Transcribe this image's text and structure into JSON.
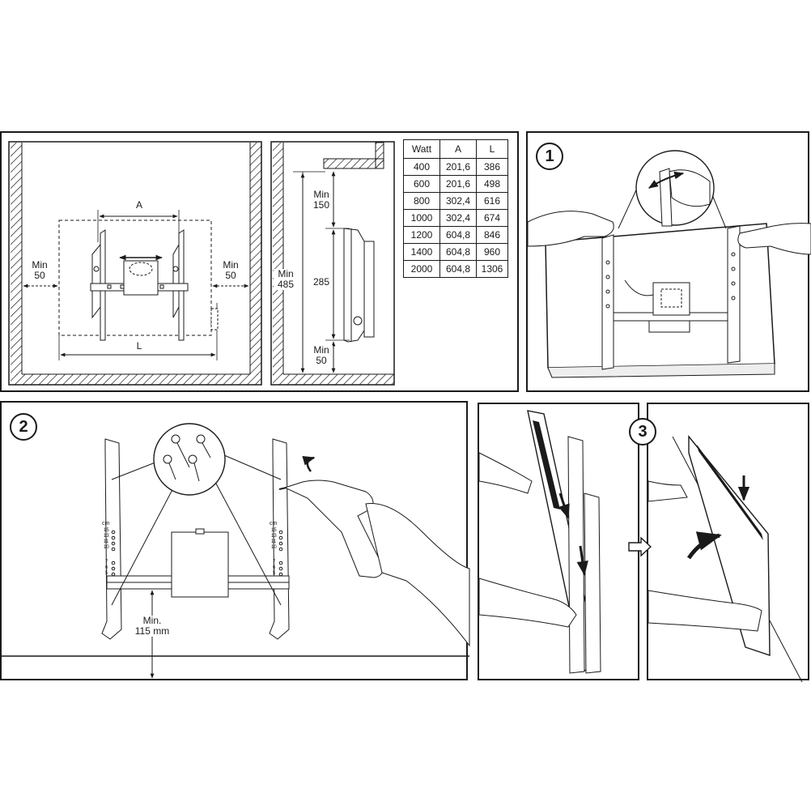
{
  "diagram_a": {
    "label_a": "A",
    "label_l": "L",
    "min_left": [
      "Min",
      "50"
    ],
    "min_right": [
      "Min",
      "50"
    ]
  },
  "diagram_b": {
    "min_top": [
      "Min",
      "150"
    ],
    "min_total": [
      "Min",
      "485"
    ],
    "height": "285",
    "min_bottom": [
      "Min",
      "50"
    ]
  },
  "table": {
    "headers": [
      "Watt",
      "A",
      "L"
    ],
    "rows": [
      [
        "400",
        "201,6",
        "386"
      ],
      [
        "600",
        "201,6",
        "498"
      ],
      [
        "800",
        "302,4",
        "616"
      ],
      [
        "1000",
        "302,4",
        "674"
      ],
      [
        "1200",
        "604,8",
        "846"
      ],
      [
        "1400",
        "604,8",
        "960"
      ],
      [
        "2000",
        "604,8",
        "1306"
      ]
    ]
  },
  "steps": {
    "step1": "1",
    "step2": "2",
    "step3": "3"
  },
  "step2": {
    "clearance": [
      "Min.",
      "115 mm"
    ],
    "scale_unit": "cm",
    "scale_upper": [
      "15",
      "13",
      "11",
      "10"
    ],
    "scale_lower": [
      "7",
      "6",
      "5"
    ]
  },
  "colors": {
    "line": "#1a1a1a",
    "fill": "#ffffff"
  },
  "icons": [
    "screw-icon",
    "drill-icon",
    "hand-icon",
    "rotate-arrow-icon",
    "push-arrow-icon"
  ]
}
